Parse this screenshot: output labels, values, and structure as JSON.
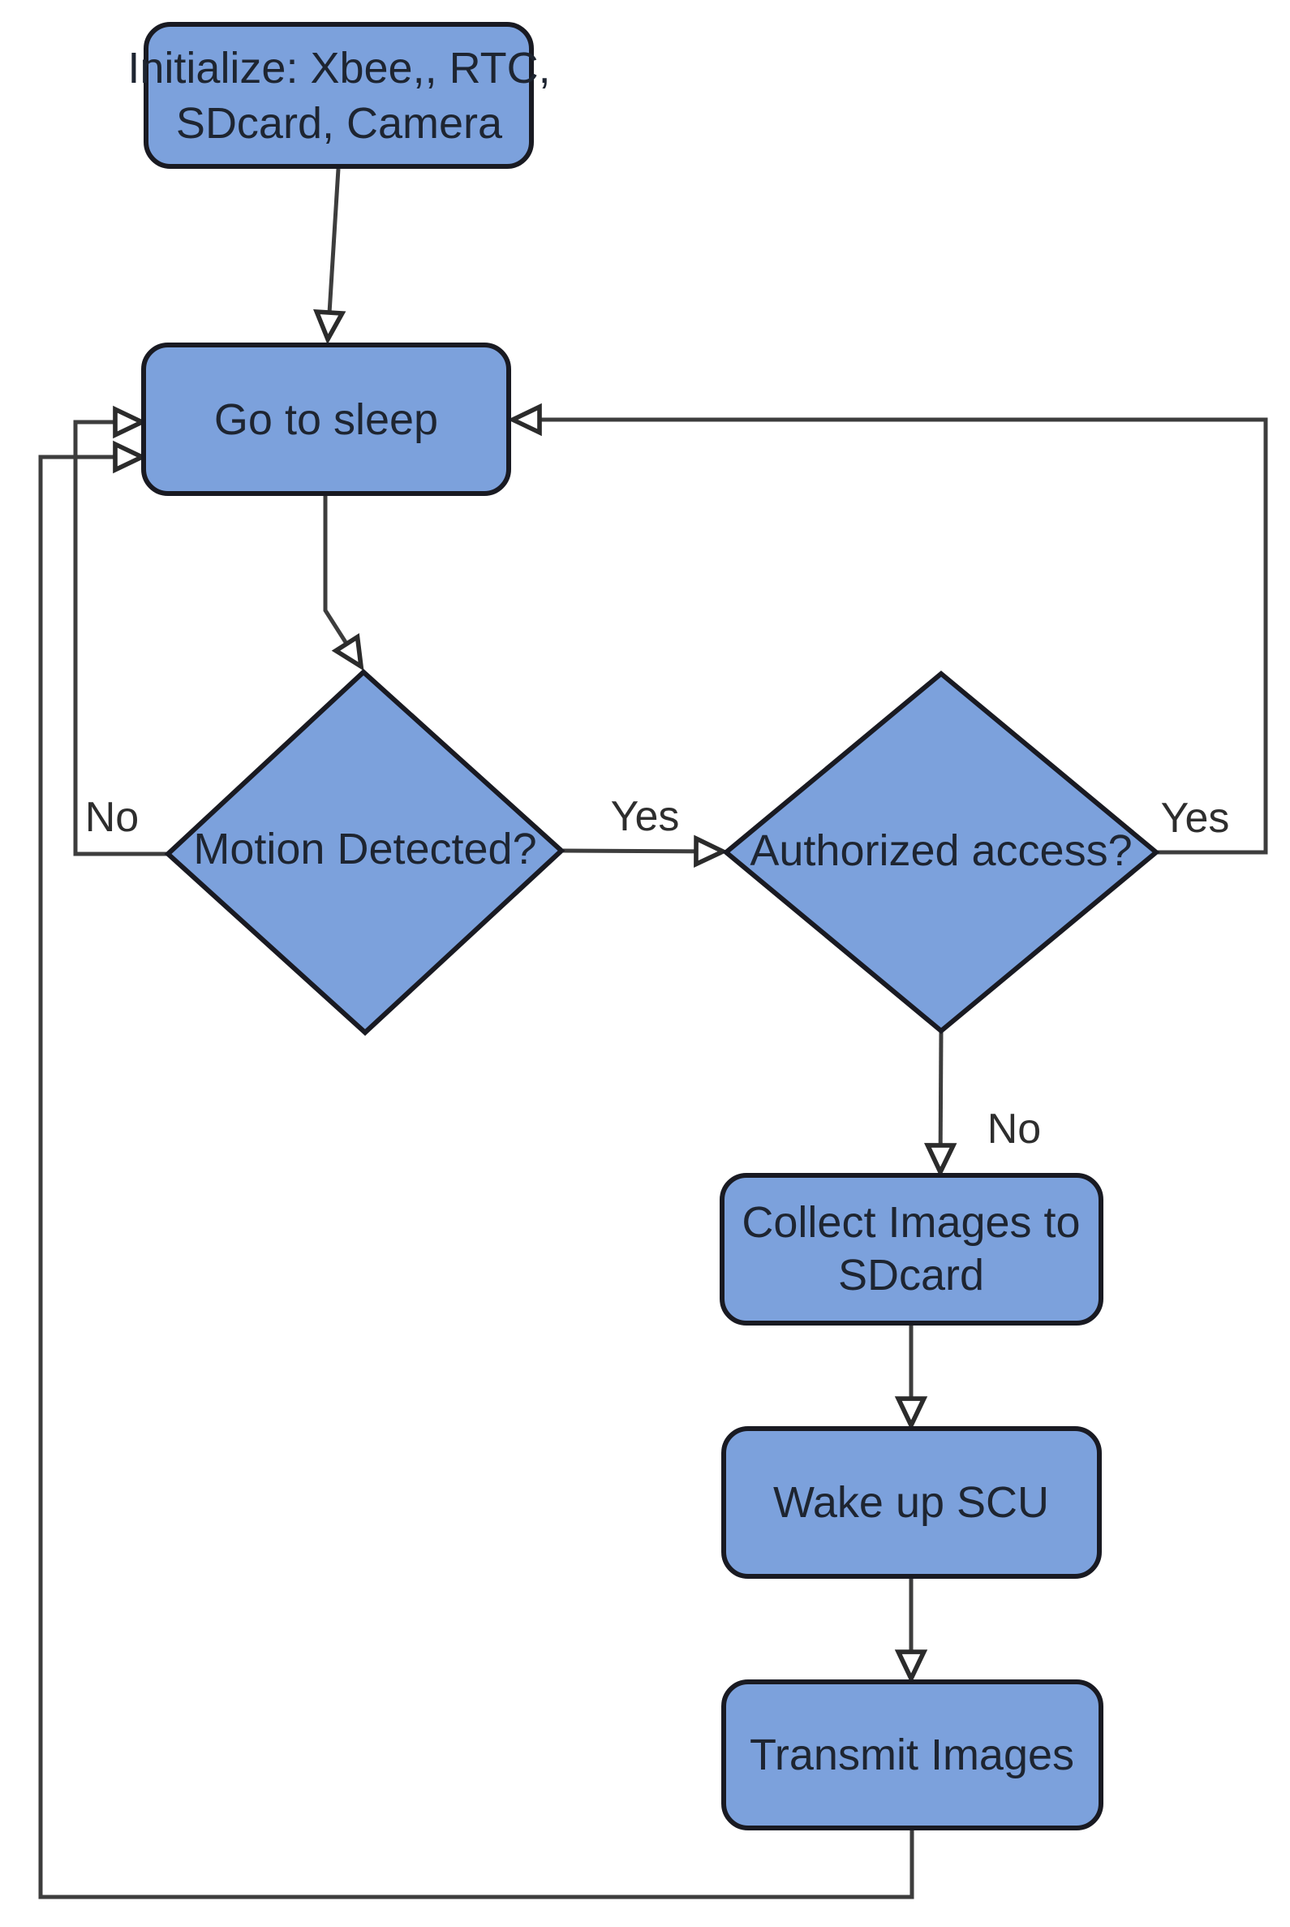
{
  "diagram_type": "flowchart",
  "colors": {
    "background": "#ffffff",
    "node_fill": "#7ca1dc",
    "node_border": "#191a22",
    "edge_line": "#3d3d3d",
    "text": "#1e2531",
    "arrowhead_fill": "#ffffff"
  },
  "nodes": {
    "initialize": {
      "lines": [
        "Initialize: Xbee,, RTC,",
        "SDcard, Camera"
      ],
      "shape": "rounded-rect"
    },
    "sleep": {
      "label": "Go to sleep",
      "shape": "rounded-rect"
    },
    "motion": {
      "label": "Motion Detected?",
      "shape": "diamond"
    },
    "authorized": {
      "label": "Authorized access?",
      "shape": "diamond"
    },
    "collect": {
      "lines": [
        "Collect Images to",
        "SDcard"
      ],
      "shape": "rounded-rect"
    },
    "wake": {
      "label": "Wake up SCU",
      "shape": "rounded-rect"
    },
    "transmit": {
      "label": "Transmit Images",
      "shape": "rounded-rect"
    }
  },
  "edge_labels": {
    "motion_no": "No",
    "motion_yes": "Yes",
    "authorized_yes": "Yes",
    "authorized_no": "No"
  },
  "edges": [
    {
      "from": "initialize",
      "to": "sleep",
      "label": ""
    },
    {
      "from": "sleep",
      "to": "motion",
      "label": ""
    },
    {
      "from": "motion",
      "to": "sleep",
      "label": "No"
    },
    {
      "from": "motion",
      "to": "authorized",
      "label": "Yes"
    },
    {
      "from": "authorized",
      "to": "sleep",
      "label": "Yes"
    },
    {
      "from": "authorized",
      "to": "collect",
      "label": "No"
    },
    {
      "from": "collect",
      "to": "wake",
      "label": ""
    },
    {
      "from": "wake",
      "to": "transmit",
      "label": ""
    },
    {
      "from": "transmit",
      "to": "sleep",
      "label": ""
    }
  ]
}
